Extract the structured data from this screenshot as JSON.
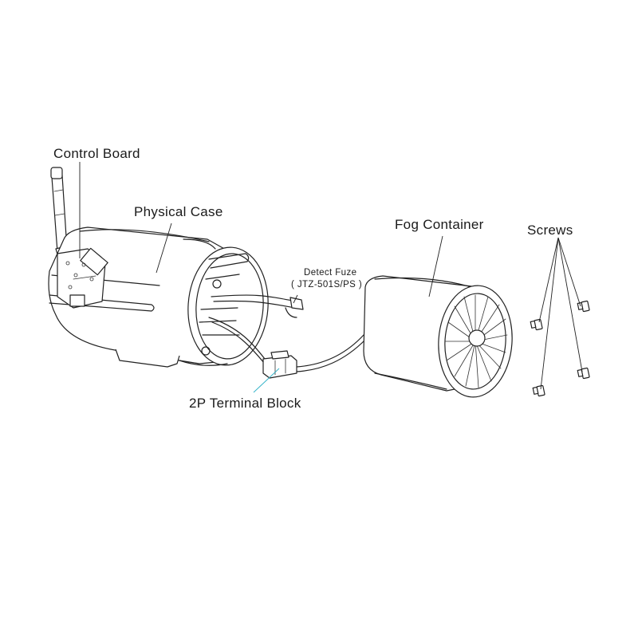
{
  "labels": {
    "control_board": "Control Board",
    "physical_case": "Physical Case",
    "detect_fuze": "Detect Fuze",
    "detect_fuze_model": "( JTZ-501S/PS )",
    "fog_container": "Fog Container",
    "screws": "Screws",
    "terminal_block": "2P Terminal Block"
  },
  "colors": {
    "line": "#222222",
    "leader_accent": "#2fb2c8",
    "background": "#ffffff"
  }
}
